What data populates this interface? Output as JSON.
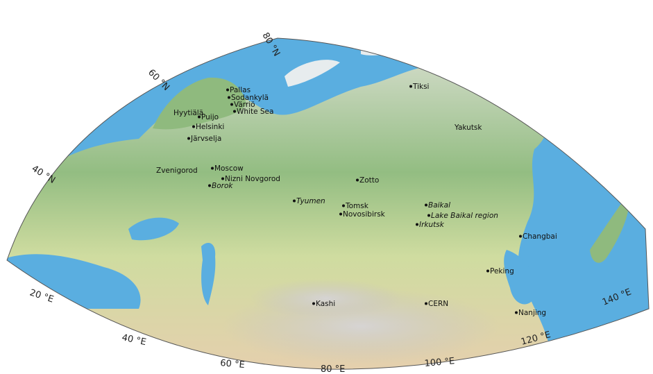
{
  "map": {
    "projection": "conic",
    "colors": {
      "ocean": "#5aaee0",
      "land_forest": "#8fba7e",
      "land_steppe": "#d6dca0",
      "land_desert": "#e8cfae",
      "mountains": "#c9c6c4",
      "tundra": "#cfd9c5",
      "ice": "#e7ecee"
    }
  },
  "graticule": {
    "lat_labels": [
      "80 °N",
      "60 °N",
      "40 °N"
    ],
    "lon_labels": [
      "20 °E",
      "40 °E",
      "60 °E",
      "80 °E",
      "100 °E",
      "120 °E",
      "140 °E"
    ]
  },
  "stations": [
    {
      "id": "pallas",
      "name": "Pallas",
      "italic": false,
      "dot": true
    },
    {
      "id": "sodankyla",
      "name": "Sodankylä",
      "italic": false,
      "dot": true
    },
    {
      "id": "varrio",
      "name": "Värriö",
      "italic": false,
      "dot": true
    },
    {
      "id": "white-sea",
      "name": "White Sea",
      "italic": false,
      "dot": true
    },
    {
      "id": "hyytiala",
      "name": "Hyytiälä",
      "italic": false,
      "dot": false
    },
    {
      "id": "puijo",
      "name": "Puijo",
      "italic": false,
      "dot": true
    },
    {
      "id": "helsinki",
      "name": "Helsinki",
      "italic": false,
      "dot": true
    },
    {
      "id": "jarvselja",
      "name": "Järvselja",
      "italic": false,
      "dot": true
    },
    {
      "id": "tiksi",
      "name": "Tiksi",
      "italic": false,
      "dot": true
    },
    {
      "id": "yakutsk",
      "name": "Yakutsk",
      "italic": false,
      "dot": false
    },
    {
      "id": "zvenigorod",
      "name": "Zvenigorod",
      "italic": false,
      "dot": false
    },
    {
      "id": "moscow",
      "name": "Moscow",
      "italic": false,
      "dot": true
    },
    {
      "id": "nizhni-novgorod",
      "name": "Nizni Novgorod",
      "italic": false,
      "dot": true
    },
    {
      "id": "borok",
      "name": "Borok",
      "italic": true,
      "dot": true
    },
    {
      "id": "zotto",
      "name": "Zotto",
      "italic": false,
      "dot": true
    },
    {
      "id": "tyumen",
      "name": "Tyumen",
      "italic": true,
      "dot": true
    },
    {
      "id": "tomsk",
      "name": "Tomsk",
      "italic": false,
      "dot": true
    },
    {
      "id": "novosibirsk",
      "name": "Novosibirsk",
      "italic": false,
      "dot": true
    },
    {
      "id": "baikal",
      "name": "Baikal",
      "italic": true,
      "dot": true
    },
    {
      "id": "lake-baikal-region",
      "name": "Lake Baikal region",
      "italic": true,
      "dot": true
    },
    {
      "id": "irkutsk",
      "name": "Irkutsk",
      "italic": true,
      "dot": true
    },
    {
      "id": "changbai",
      "name": "Changbai",
      "italic": false,
      "dot": true
    },
    {
      "id": "peking",
      "name": "Peking",
      "italic": false,
      "dot": true
    },
    {
      "id": "kashi",
      "name": "Kashi",
      "italic": false,
      "dot": true
    },
    {
      "id": "cern",
      "name": "CERN",
      "italic": false,
      "dot": true
    },
    {
      "id": "nanjing",
      "name": "Nanjing",
      "italic": false,
      "dot": true
    }
  ]
}
